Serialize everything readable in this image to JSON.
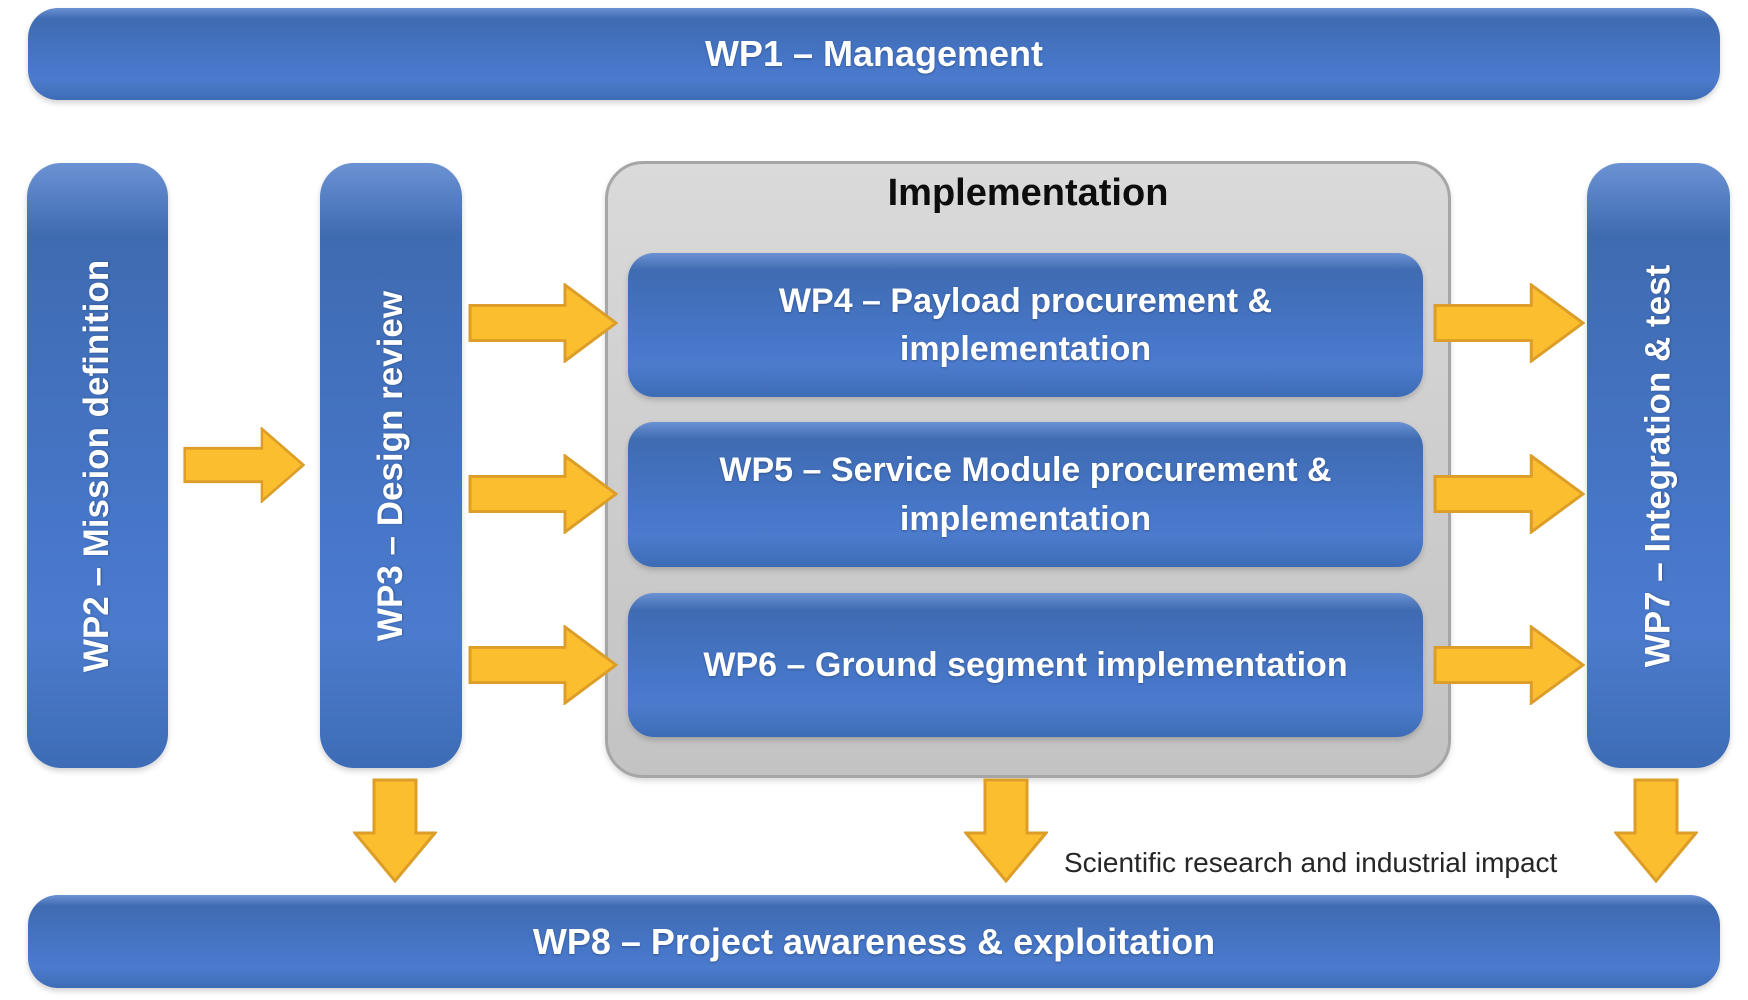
{
  "diagram": {
    "wp1": {
      "label": "WP1 – Management"
    },
    "wp2": {
      "label": "WP2 – Mission definition"
    },
    "wp3": {
      "label": "WP3 – Design review"
    },
    "implementation": {
      "title": "Implementation",
      "wp4": {
        "label": "WP4 – Payload procurement & implementation"
      },
      "wp5": {
        "label": "WP5 – Service Module procurement & implementation"
      },
      "wp6": {
        "label": "WP6 – Ground segment implementation"
      }
    },
    "wp7": {
      "label": "WP7 – Integration & test"
    },
    "wp8": {
      "label": "WP8 – Project awareness & exploitation"
    },
    "caption": "Scientific research and industrial impact",
    "arrows": [
      {
        "from": "WP2",
        "to": "WP3",
        "direction": "right"
      },
      {
        "from": "WP3",
        "to": "WP4",
        "direction": "right"
      },
      {
        "from": "WP3",
        "to": "WP5",
        "direction": "right"
      },
      {
        "from": "WP3",
        "to": "WP6",
        "direction": "right"
      },
      {
        "from": "WP4",
        "to": "WP7",
        "direction": "right"
      },
      {
        "from": "WP5",
        "to": "WP7",
        "direction": "right"
      },
      {
        "from": "WP6",
        "to": "WP7",
        "direction": "right"
      },
      {
        "from": "WP3",
        "to": "WP8",
        "direction": "down"
      },
      {
        "from": "Implementation",
        "to": "WP8",
        "direction": "down"
      },
      {
        "from": "WP7",
        "to": "WP8",
        "direction": "down"
      }
    ],
    "colors": {
      "box_blue": "#4472C4",
      "box_blue_highlight": "#6B92D3",
      "arrow_fill": "#FBBE2E",
      "arrow_border": "#DC9E28",
      "container_gray": "#CFCFCF",
      "container_border": "#A6A6A6",
      "text_light": "#FFFFFF",
      "text_dark": "#0D0D0D"
    }
  }
}
